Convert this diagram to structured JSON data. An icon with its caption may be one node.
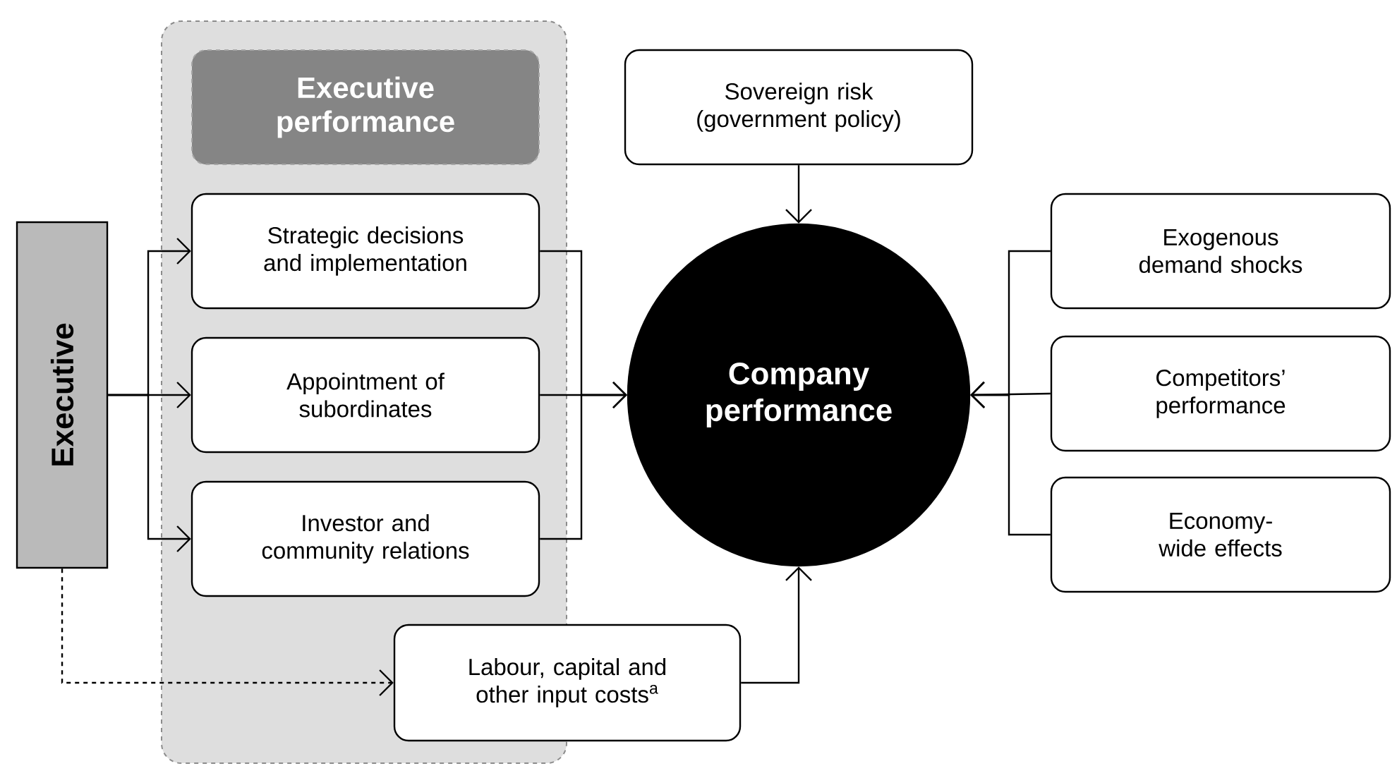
{
  "diagram": {
    "nodes": [
      {
        "text": [
          "Executive"
        ]
      },
      {
        "text": [
          "Executive performance"
        ]
      },
      {
        "text": [
          "Strategic decisions and implementation"
        ],
        "in": 1
      },
      {
        "text": [
          "Appointment of subordinates"
        ],
        "in": 1
      },
      {
        "text": [
          "Investor and community relations"
        ],
        "in": 1
      },
      {
        "text": [
          "Labour, capital and other input costs$^{a}$"
        ]
      },
      {
        "text": [
          "Sovereign risk (government policy)"
        ]
      },
      {
        "text": [
          "Company performance"
        ]
      },
      {
        "text": [
          "Exogenous demand shocks"
        ]
      },
      {
        "text": [
          "Competitors’ performance"
        ]
      },
      {
        "text": [
          "Economy-wide effects"
        ]
      }
    ],
    "edges": [
      {
        "from": 0,
        "to": 2,
        "arrow": "to"
      },
      {
        "from": 0,
        "to": 3,
        "arrow": "to"
      },
      {
        "from": 0,
        "to": 4,
        "arrow": "to"
      },
      {
        "from": 0,
        "to": 5,
        "arrow": "to",
        "style": "dashed"
      },
      {
        "from": 2,
        "to": 7,
        "arrow": "to"
      },
      {
        "from": 3,
        "to": 7,
        "arrow": "to"
      },
      {
        "from": 4,
        "to": 7,
        "arrow": "to"
      },
      {
        "from": 5,
        "to": 7,
        "arrow": "to"
      },
      {
        "from": 6,
        "to": 7,
        "arrow": "to"
      },
      {
        "from": 8,
        "to": 7,
        "arrow": "to"
      },
      {
        "from": 9,
        "to": 7,
        "arrow": "to"
      },
      {
        "from": 10,
        "to": 7,
        "arrow": "to"
      }
    ]
  }
}
